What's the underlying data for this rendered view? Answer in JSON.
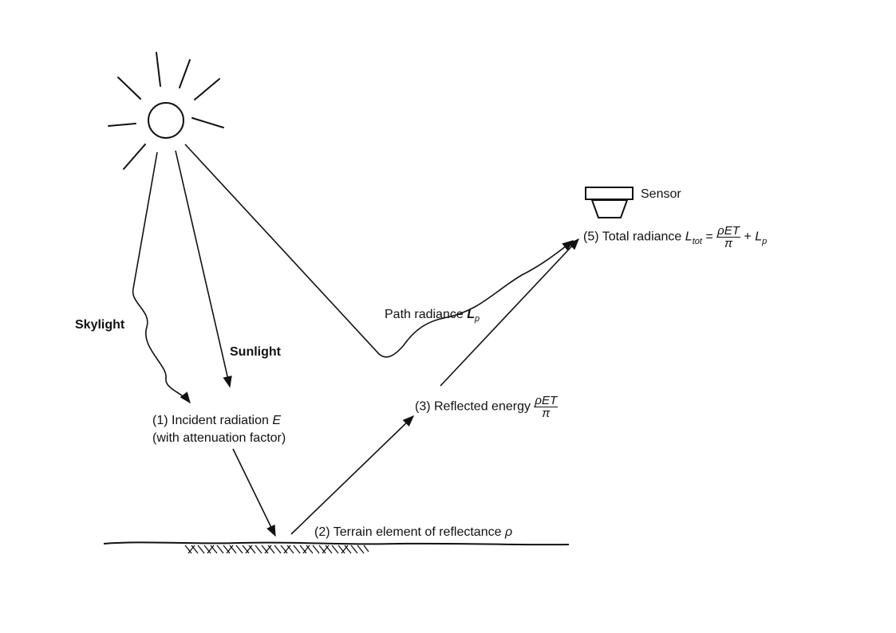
{
  "labels": {
    "sensor": "Sensor",
    "skylight": "Skylight",
    "sunlight": "Sunlight",
    "path_radiance": "Path radiance",
    "path_radiance_symbol": "L",
    "path_radiance_sub": "p",
    "incident_line1": "(1) Incident radiation",
    "incident_symbol": "E",
    "incident_line2": "(with attenuation factor)",
    "terrain": "(2) Terrain element of reflectance",
    "terrain_symbol": "ρ",
    "reflected": "(3) Reflected energy",
    "total": "(5) Total radiance",
    "total_symbol": "L",
    "total_sub": "tot",
    "equals": "=",
    "plus": "+",
    "frac_num": "ρET",
    "frac_den": "π",
    "lp_symbol": "L",
    "lp_sub": "p"
  }
}
